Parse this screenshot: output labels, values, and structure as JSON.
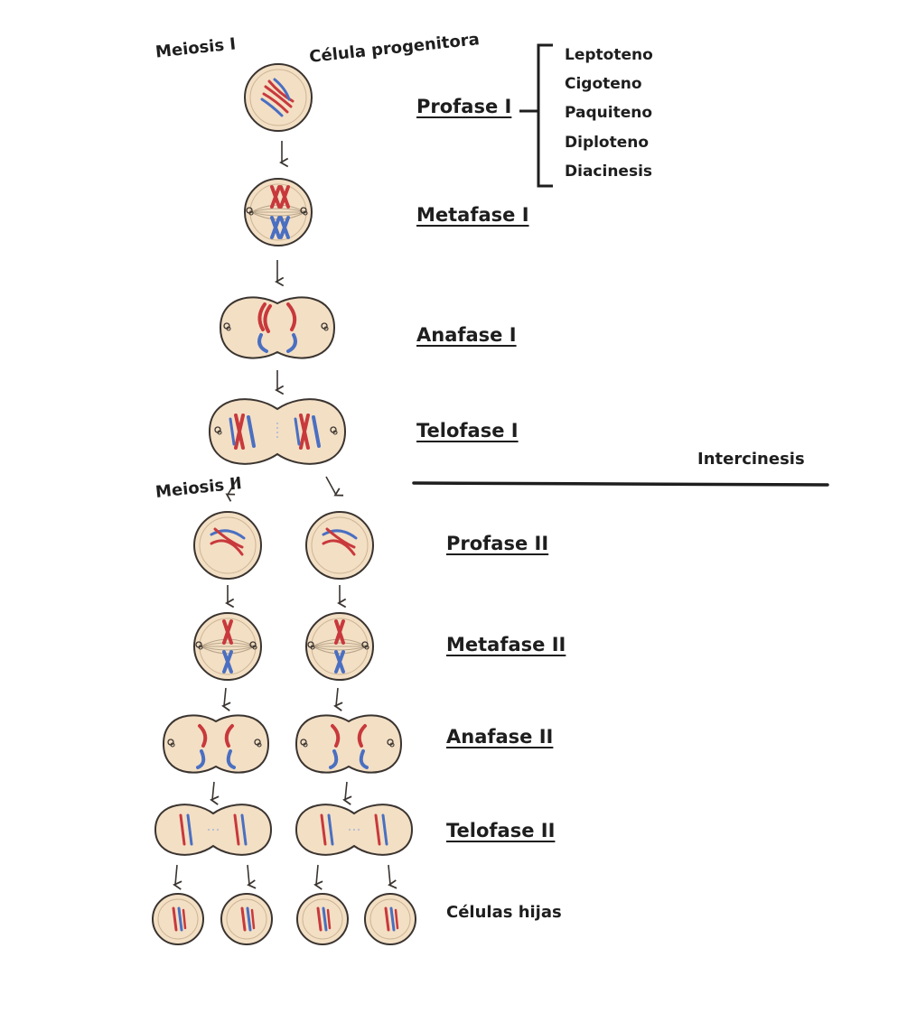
{
  "headings": {
    "meiosis_1": "Meiosis I",
    "meiosis_2": "Meiosis II",
    "parent_cell": "Célula progenitora",
    "intercinesis": "Intercinesis"
  },
  "stages": {
    "profase_1": "Profase I",
    "metafase_1": "Metafase I",
    "anafase_1": "Anafase I",
    "telofase_1": "Telofase I",
    "profase_2": "Profase II",
    "metafase_2": "Metafase II",
    "anafase_2": "Anafase II",
    "telofase_2": "Telofase II",
    "daughter_cells": "Células hijas"
  },
  "profase_1_substages": [
    "Leptoteno",
    "Cigoteno",
    "Paquiteno",
    "Diploteno",
    "Diacinesis"
  ],
  "colors": {
    "cell_fill": "#f3dfc4",
    "cell_outline": "#3a3430",
    "chromosome_red": "#c8393c",
    "chromosome_blue": "#4a6fc2",
    "ink": "#1e1e1e"
  }
}
